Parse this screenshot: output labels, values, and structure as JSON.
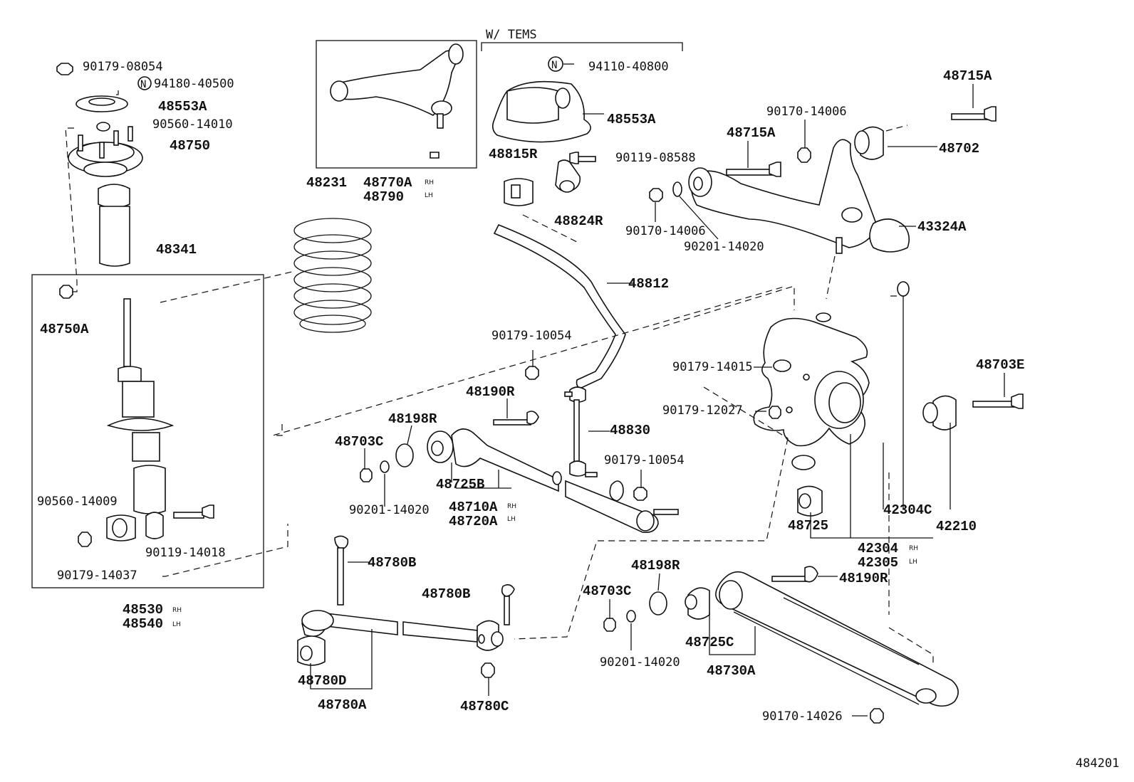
{
  "diagram_id": "484201",
  "group_label": "W/ TEMS",
  "sides": {
    "rh": "RH",
    "lh": "LH"
  },
  "parts": {
    "p90179_08054": "90179-08054",
    "p94180_40500": "94180-40500",
    "p48553A_left": "48553A",
    "p90560_14010": "90560-14010",
    "p48750": "48750",
    "p48341": "48341",
    "p48750A": "48750A",
    "p90560_14009": "90560-14009",
    "p90179_14037": "90179-14037",
    "p90119_14018": "90119-14018",
    "p48530": "48530",
    "p48540": "48540",
    "p48231": "48231",
    "p48770A": "48770A",
    "p48790": "48790",
    "p94110_40800": "94110-40800",
    "p48553A_right": "48553A",
    "p48815R": "48815R",
    "p90119_08588": "90119-08588",
    "p48824R": "48824R",
    "p48812": "48812",
    "p90179_10054_top": "90179-10054",
    "p48190R_top": "48190R",
    "p48198R_top": "48198R",
    "p48703C_top": "48703C",
    "p90201_14020_top": "90201-14020",
    "p48725B": "48725B",
    "p48710A": "48710A",
    "p48720A": "48720A",
    "p48830": "48830",
    "p90179_10054_mid": "90179-10054",
    "p48715A_right": "48715A",
    "p90170_14006_top": "90170-14006",
    "p48715A_mid": "48715A",
    "p48702": "48702",
    "p90170_14006_mid": "90170-14006",
    "p90201_14020_mid": "90201-14020",
    "p43324A": "43324A",
    "p90179_14015": "90179-14015",
    "p90179_12027": "90179-12027",
    "p48703E": "48703E",
    "p48725": "48725",
    "p42304C": "42304C",
    "p42210": "42210",
    "p42304": "42304",
    "p42305": "42305",
    "p48780B_upper": "48780B",
    "p48780B_lower": "48780B",
    "p48780D": "48780D",
    "p48780A": "48780A",
    "p48780C": "48780C",
    "p48198R_bot": "48198R",
    "p48703C_bot": "48703C",
    "p90201_14020_bot": "90201-14020",
    "p48725C": "48725C",
    "p48730A": "48730A",
    "p48190R_bot": "48190R",
    "p90170_14026": "90170-14026"
  },
  "icons": {
    "new_part_marker": "N"
  }
}
